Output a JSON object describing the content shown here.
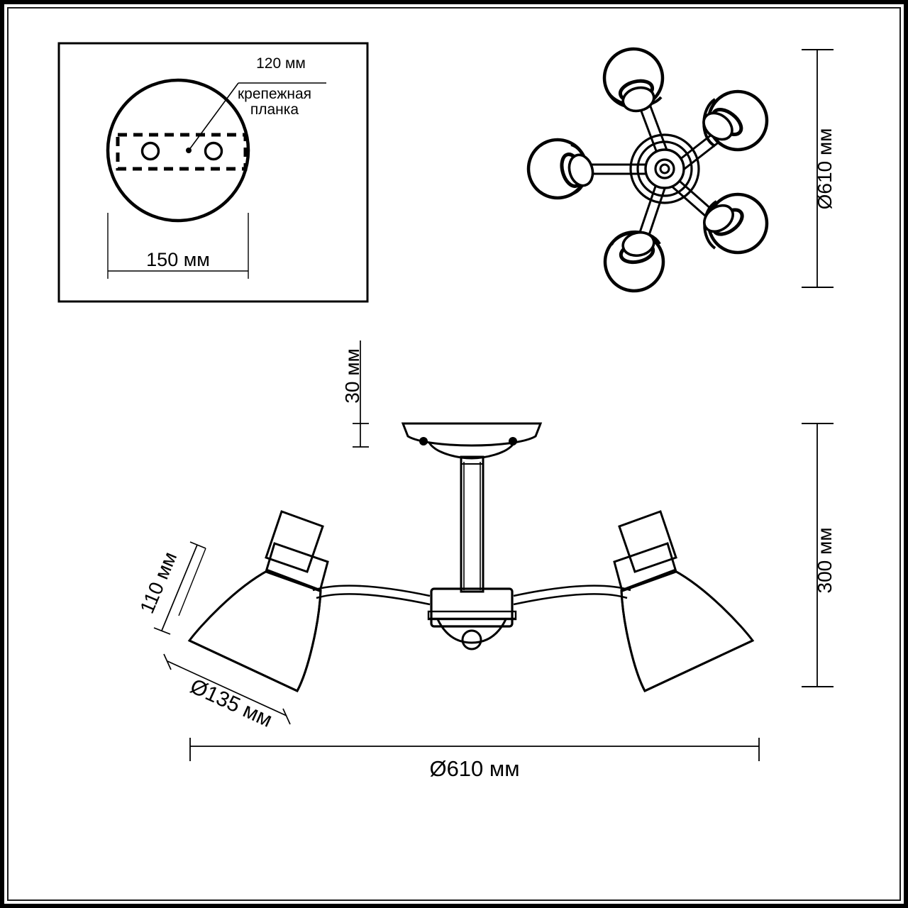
{
  "drawing": {
    "title": "Ceiling lamp technical dimension drawing",
    "units": "мм",
    "line_color": "#000000",
    "background_color": "#ffffff",
    "dimension_line_color": "#555555"
  },
  "inset_detail": {
    "name": "mounting plate detail",
    "callout_label_line1": "крепежная",
    "callout_label_line2": "планка",
    "dim_plate_width": "120 мм",
    "dim_base_diameter": "150 мм"
  },
  "top_view": {
    "name": "top view, 5 arms",
    "arm_count": 5,
    "dim_diameter": "Ø610 мм"
  },
  "front_view": {
    "name": "front elevation",
    "dim_canopy_height": "30 мм",
    "dim_total_height": "300 мм",
    "dim_shade_height": "110 мм",
    "dim_shade_diameter": "Ø135 мм",
    "dim_overall_diameter": "Ø610 мм"
  }
}
